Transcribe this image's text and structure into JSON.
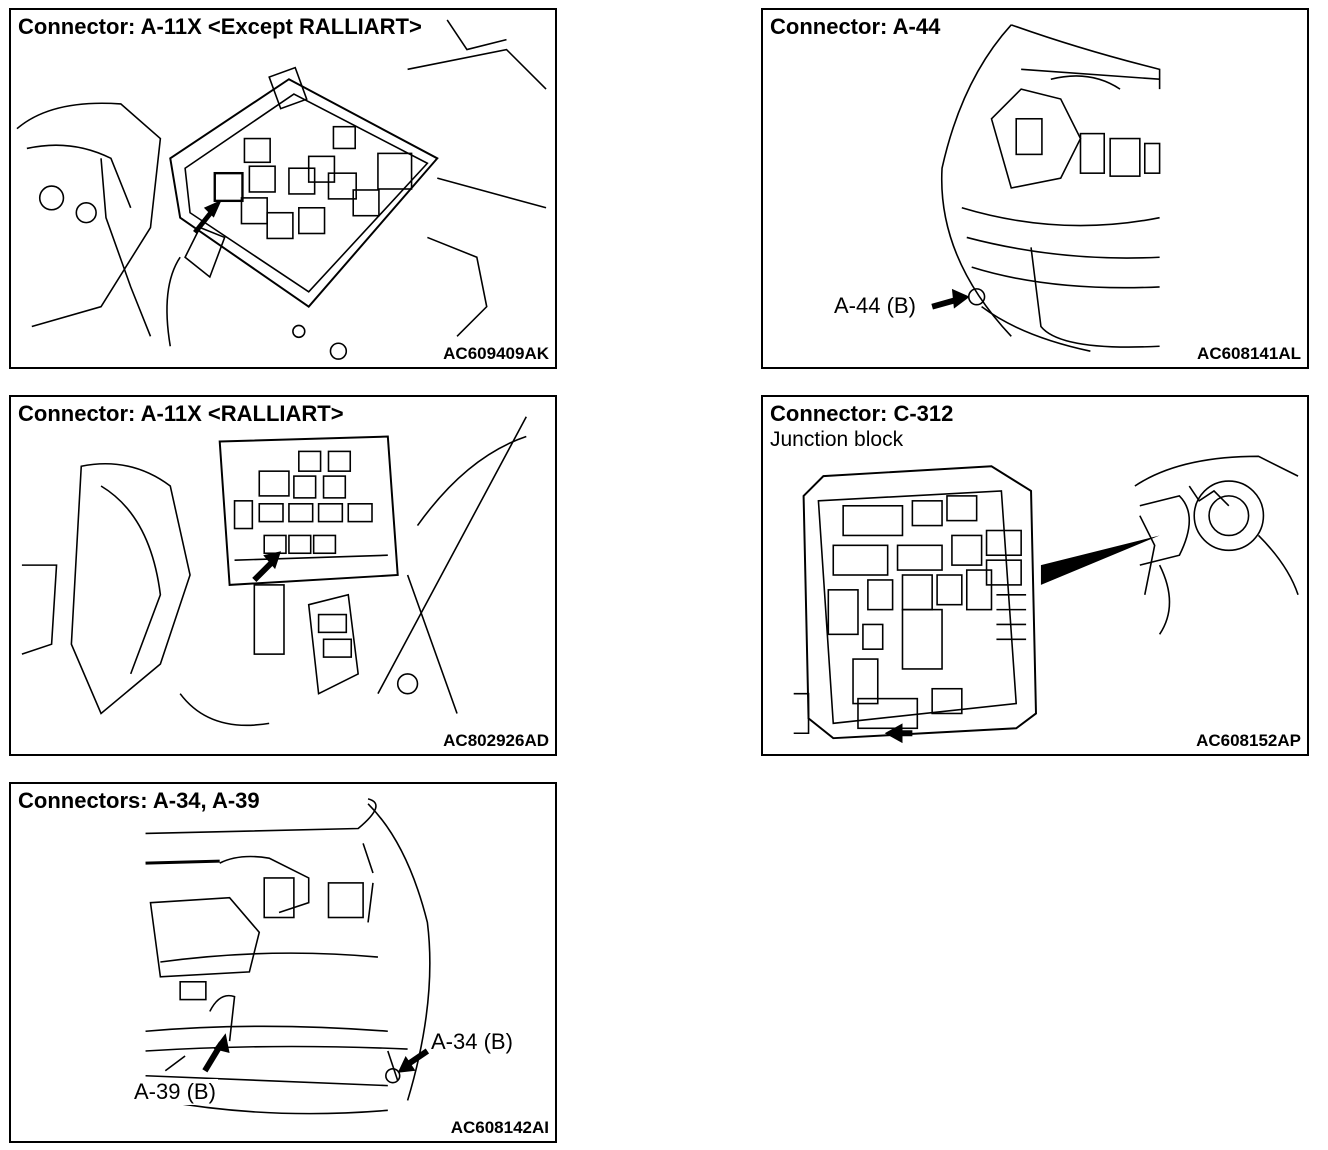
{
  "panels": [
    {
      "title": "Connector: A-11X <Except RALLIART>",
      "code": "AC609409AK"
    },
    {
      "title": "Connector: A-44",
      "code": "AC608141AL",
      "callouts": [
        "A-44 (B)"
      ]
    },
    {
      "title": "Connector: A-11X <RALLIART>",
      "code": "AC802926AD"
    },
    {
      "title": "Connector: C-312",
      "subtitle": "Junction block",
      "code": "AC608152AP"
    },
    {
      "title": "Connectors: A-34, A-39",
      "code": "AC608142AI",
      "callouts": [
        "A-34 (B)",
        "A-39 (B)"
      ]
    }
  ],
  "colors": {
    "line": "#000000",
    "background": "#ffffff"
  }
}
